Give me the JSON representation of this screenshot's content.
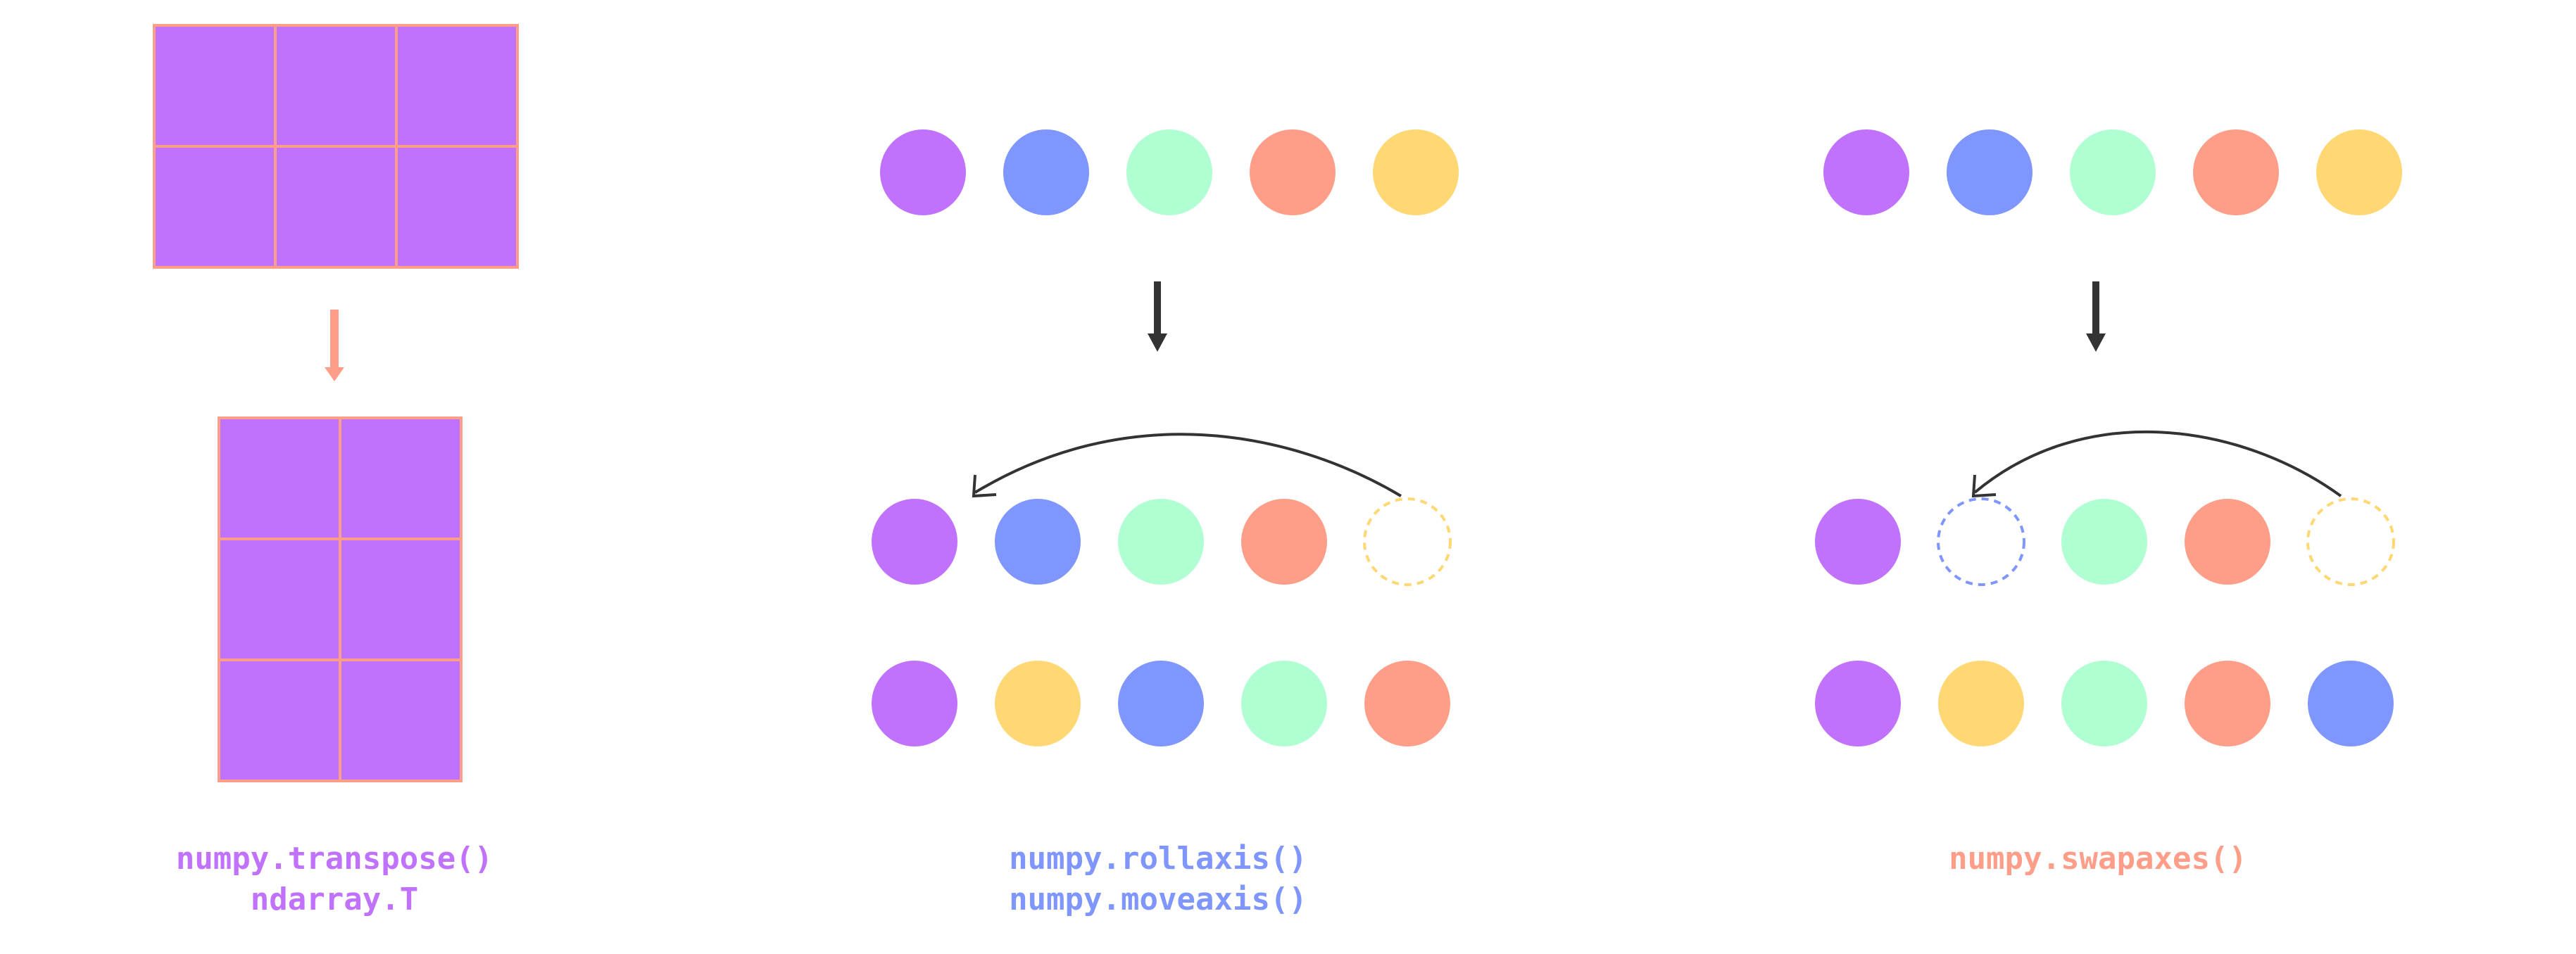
{
  "colors": {
    "purple": "#C072FD",
    "blue": "#7E96FE",
    "green": "#B0FFD2",
    "orange": "#FF9E88",
    "yellow": "#FFD773",
    "grid_line": "#FF9E88",
    "arrow_dark": "#333333",
    "arrow_light": "#FF9E88"
  },
  "panels": {
    "transpose": {
      "before_grid": {
        "rows": 2,
        "cols": 3
      },
      "after_grid": {
        "rows": 3,
        "cols": 2
      },
      "labels": [
        "numpy.transpose()",
        "ndarray.T"
      ],
      "label_color": "#C072FD"
    },
    "rollaxis": {
      "top_row": [
        "purple",
        "blue",
        "green",
        "orange",
        "yellow"
      ],
      "middle_row": [
        "purple",
        "blue",
        "green",
        "orange",
        "yellow-empty"
      ],
      "bottom_row": [
        "purple",
        "yellow",
        "blue",
        "green",
        "orange"
      ],
      "labels": [
        "numpy.rollaxis()",
        "numpy.moveaxis()"
      ],
      "label_color": "#7E96FE"
    },
    "swapaxes": {
      "top_row": [
        "purple",
        "blue",
        "green",
        "orange",
        "yellow"
      ],
      "middle_row": [
        "purple",
        "blue-empty",
        "green",
        "orange",
        "yellow-empty"
      ],
      "bottom_row": [
        "purple",
        "yellow",
        "green",
        "orange",
        "blue"
      ],
      "labels": [
        "numpy.swapaxes()"
      ],
      "label_color": "#FF9E88"
    }
  }
}
